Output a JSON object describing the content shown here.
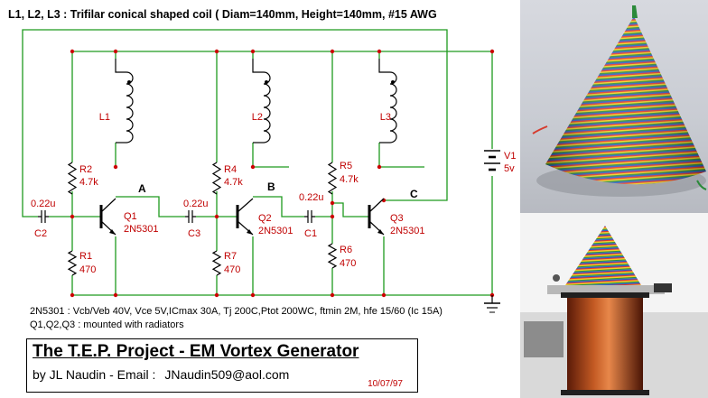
{
  "header": "L1, L2, L3 : Trifilar conical shaped coil ( Diam=140mm, Height=140mm, #15 AWG",
  "components": {
    "coils": [
      "L1",
      "L2",
      "L3"
    ],
    "r_top": [
      {
        "ref": "R2",
        "val": "4.7k"
      },
      {
        "ref": "R4",
        "val": "4.7k"
      },
      {
        "ref": "R5",
        "val": "4.7k"
      }
    ],
    "r_bottom": [
      {
        "ref": "R1",
        "val": "470"
      },
      {
        "ref": "R7",
        "val": "470"
      },
      {
        "ref": "R6",
        "val": "470"
      }
    ],
    "caps": [
      {
        "ref": "C2",
        "val": "0.22u"
      },
      {
        "ref": "C3",
        "val": "0.22u"
      },
      {
        "ref": "C1",
        "val": "0.22u"
      }
    ],
    "transistors": [
      {
        "ref": "Q1",
        "part": "2N5301"
      },
      {
        "ref": "Q2",
        "part": "2N5301"
      },
      {
        "ref": "Q3",
        "part": "2N5301"
      }
    ],
    "nodes": [
      "A",
      "B",
      "C"
    ],
    "battery": {
      "ref": "V1",
      "val": "5v"
    }
  },
  "notes": [
    "2N5301 : Vcb/Veb 40V, Vce 5V,ICmax 30A, Tj 200C,Ptot 200WC, ftmin 2M, hfe 15/60 (Ic 15A)",
    "Q1,Q2,Q3 : mounted with radiators"
  ],
  "title": "The T.E.P.  Project - EM Vortex Generator",
  "byline_prefix": "by JL Naudin - Email :",
  "email": "JNaudin509@aol.com",
  "date": "10/07/97",
  "colors": {
    "wire": "#1e9a1e",
    "label": "#c00000",
    "ink": "#000000"
  }
}
